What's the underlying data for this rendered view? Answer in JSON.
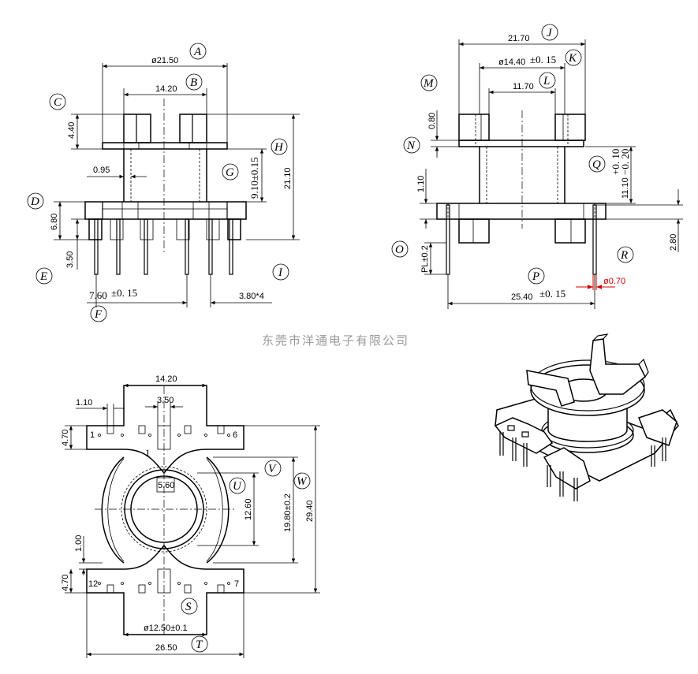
{
  "watermark": "东莞市洋通电子有限公司",
  "view1": {
    "dims": {
      "d1": "ø21.50",
      "d2": "14.20",
      "d3": "4.40",
      "d4": "21.10",
      "d5": "9.10±0.15",
      "d6": "0.95",
      "d7": "6.80",
      "d8": "3.50",
      "d9": "7.60",
      "d9tol": "±0. 15",
      "d10": "3.80*4"
    },
    "callouts": [
      "A",
      "B",
      "C",
      "D",
      "E",
      "F",
      "G",
      "H",
      "I"
    ]
  },
  "view2": {
    "dims": {
      "d1": "21.70",
      "d2": "ø14.40",
      "d2tol": "±0. 15",
      "d3": "11.70",
      "d4": "0.80",
      "d5": "+0. 10",
      "d6": "−0. 20",
      "d7": "11.10",
      "d8": "1.10",
      "d9": "PL±0.2",
      "d10": "25.40",
      "d10tol": "±0. 15",
      "d11": "ø0.70",
      "d12": "2.80"
    },
    "callouts": [
      "J",
      "K",
      "L",
      "M",
      "N",
      "Q",
      "O",
      "P",
      "R"
    ]
  },
  "view3": {
    "dims": {
      "d1": "14.20",
      "d2": "1.10",
      "d3": "3.50",
      "d4": "4.70",
      "d5": "5.60",
      "d6": "12.60",
      "d7": "19.80±0.2",
      "d8": "29.40",
      "d9": "1.00",
      "d10": "4.70",
      "d11": "ø12.50±0.1",
      "d12": "26.50"
    },
    "pins": {
      "p1": "1",
      "p6": "6",
      "p12": "12",
      "p7": "7",
      "mark": "1"
    },
    "callouts": [
      "U",
      "V",
      "W",
      "S",
      "T"
    ]
  },
  "colors": {
    "line": "#000000",
    "accent": "#d00000",
    "watermark": "#9a9a9a"
  }
}
